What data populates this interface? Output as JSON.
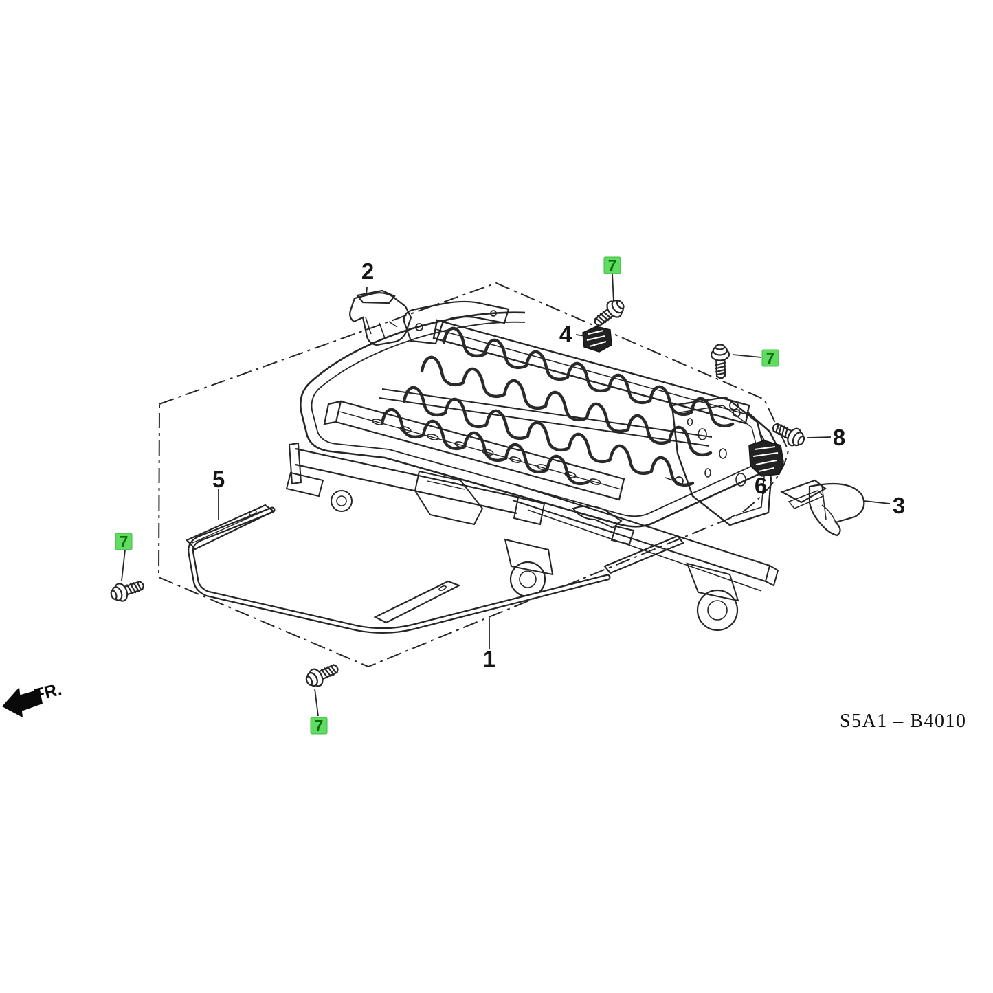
{
  "diagram": {
    "code": "S5A1 – B4010",
    "front_label": "FR.",
    "highlight": {
      "background": "#62DB62",
      "border": "#3FBF3F",
      "text_color": "#0A6E0A"
    },
    "callouts": {
      "c1": "1",
      "c2": "2",
      "c3": "3",
      "c4": "4",
      "c5": "5",
      "c6": "6",
      "c7": "7",
      "c8": "8"
    }
  }
}
